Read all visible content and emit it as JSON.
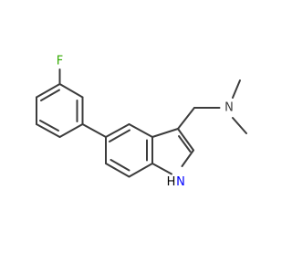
{
  "molecule": {
    "atoms": {
      "fluorine": {
        "label": "F",
        "color": "#33aa00"
      },
      "amine_nitrogen": {
        "label": "N",
        "color": "#3c3c3c"
      },
      "indole_nitrogen": {
        "label": "N",
        "color": "#0000ff"
      },
      "indole_hydrogen": {
        "label": "H",
        "color": "#000000"
      }
    },
    "bond_color": "#3c3c3c"
  }
}
